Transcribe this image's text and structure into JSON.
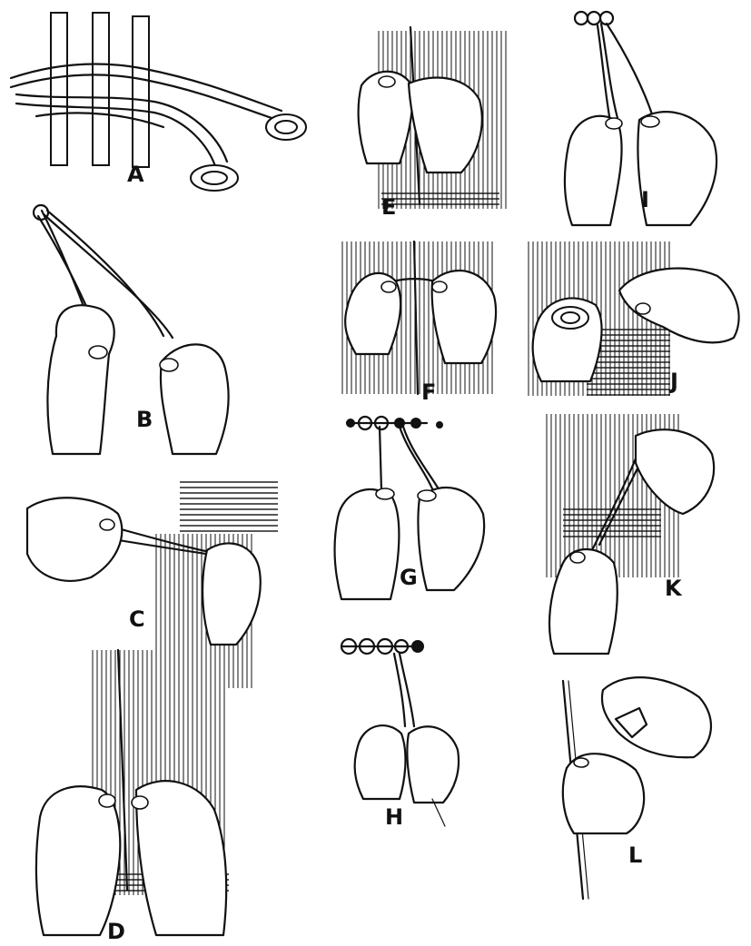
{
  "figure": {
    "panels": [
      {
        "id": "A",
        "label": "A"
      },
      {
        "id": "B",
        "label": "B"
      },
      {
        "id": "C",
        "label": "C"
      },
      {
        "id": "D",
        "label": "D"
      },
      {
        "id": "E",
        "label": "E"
      },
      {
        "id": "F",
        "label": "F"
      },
      {
        "id": "G",
        "label": "G"
      },
      {
        "id": "H",
        "label": "H"
      },
      {
        "id": "I",
        "label": "I"
      },
      {
        "id": "J",
        "label": "J"
      },
      {
        "id": "K",
        "label": "K"
      },
      {
        "id": "L",
        "label": "L"
      }
    ],
    "colors": {
      "ink": "#111111",
      "paper": "#ffffff"
    }
  }
}
